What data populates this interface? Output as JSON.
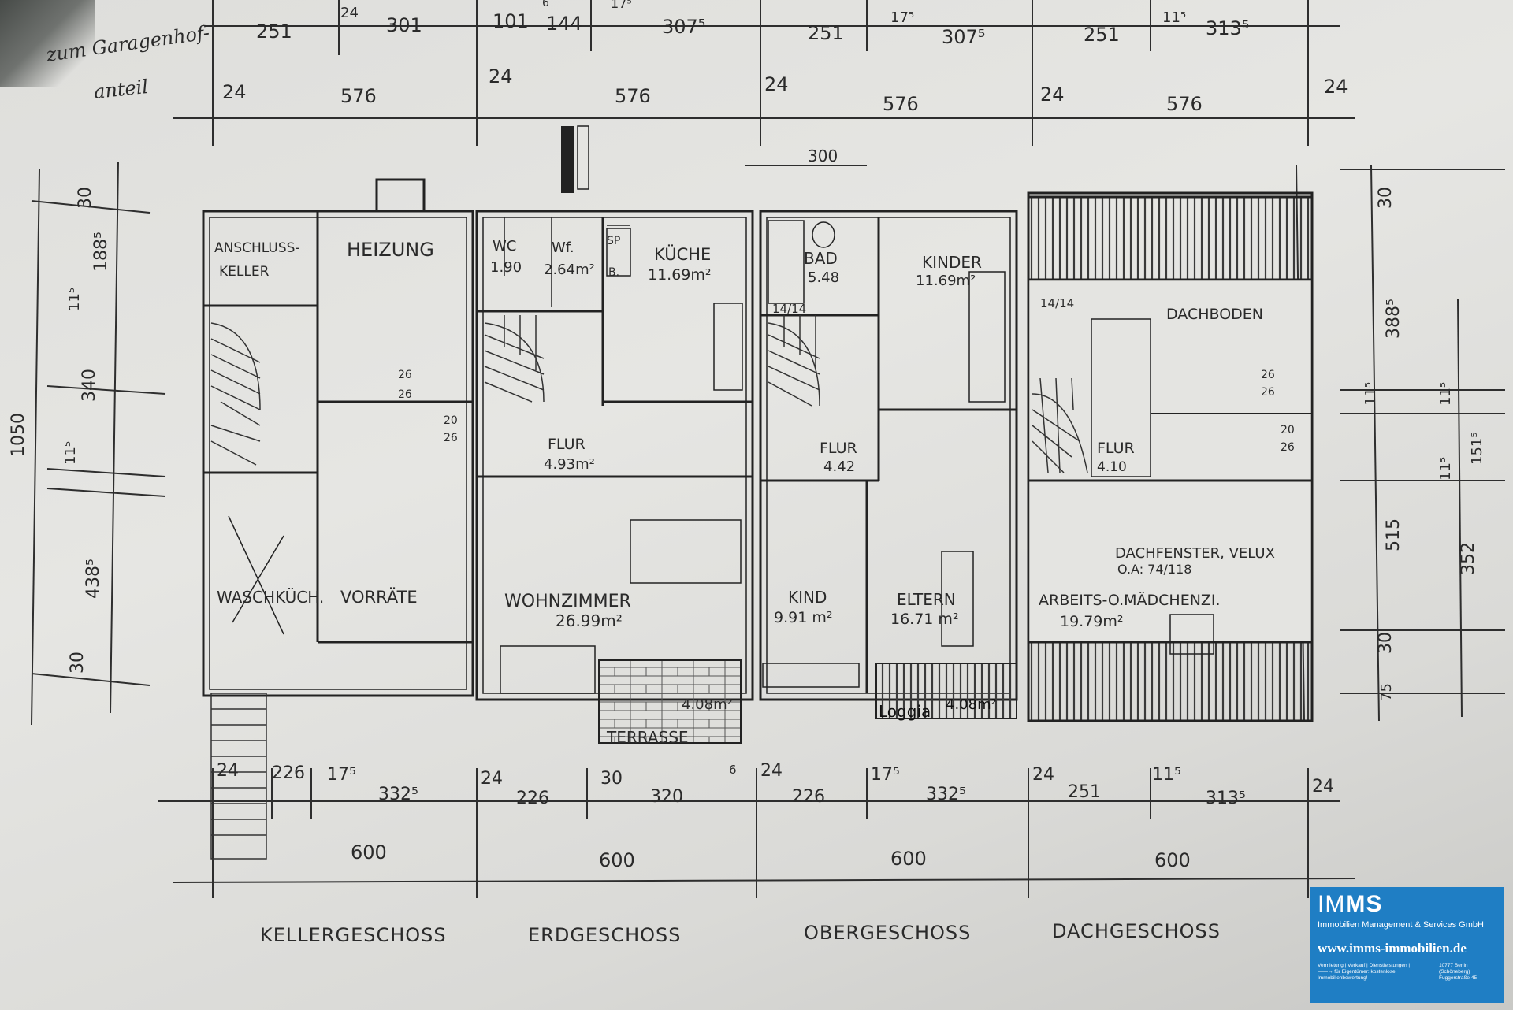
{
  "note": [
    "zum Garagenhof-",
    "anteil"
  ],
  "top_dims": {
    "row1": [
      "251",
      "24",
      "301",
      "101",
      "6",
      "144",
      "17⁵",
      "307⁵",
      "251",
      "17⁵",
      "307⁵",
      "251",
      "11⁵",
      "313⁵"
    ],
    "row2": [
      "24",
      "576",
      "24",
      "576",
      "24",
      "576",
      "24",
      "576",
      "24"
    ],
    "mid": "300"
  },
  "left_dims": [
    "30",
    "188⁵",
    "11⁵",
    "340",
    "1050",
    "11⁵",
    "438⁵",
    "30"
  ],
  "right_dims": [
    "30",
    "388⁵",
    "11⁵",
    "11⁵",
    "151⁵",
    "11⁵",
    "515",
    "352",
    "30",
    "75"
  ],
  "rooms": {
    "anschluss": [
      "ANSCHLUSS-",
      "KELLER"
    ],
    "heizung": "HEIZUNG",
    "waschkueche": "WASCHKÜCH.",
    "vorraete": "VORRÄTE",
    "wc": [
      "WC",
      "1.90"
    ],
    "wf": [
      "Wf.",
      "2.64m²"
    ],
    "sp": [
      "SP",
      "B."
    ],
    "kueche": [
      "KÜCHE",
      "11.69m²"
    ],
    "flur_eg": [
      "FLUR",
      "4.93m²"
    ],
    "wohnzimmer": [
      "WOHNZIMMER",
      "26.99m²"
    ],
    "terrasse": [
      "TERRASSE",
      "4.08m²"
    ],
    "bad": [
      "BAD",
      "5.48"
    ],
    "kinder": [
      "KINDER",
      "11.69m²"
    ],
    "flur_og": [
      "FLUR",
      "4.42"
    ],
    "kind": [
      "KIND",
      "9.91 m²"
    ],
    "eltern": [
      "ELTERN",
      "16.71 m²"
    ],
    "loggia": [
      "Loggia",
      "4.08m²"
    ],
    "dachboden": "DACHBODEN",
    "flur_dg": [
      "FLUR",
      "4.10"
    ],
    "dachfenster": [
      "DACHFENSTER, VELUX",
      "O.A: 74/118"
    ],
    "arbeits": [
      "ARBEITS-O.MÄDCHENZI.",
      "19.79m²"
    ],
    "vent": [
      "26",
      "26",
      "20",
      "26",
      "26",
      "26",
      "20",
      "26"
    ],
    "stair_marks": [
      "14/14",
      "14/14"
    ]
  },
  "bottom_dims": {
    "row1": [
      "24",
      "226",
      "17⁵",
      "332⁵",
      "24",
      "226",
      "30",
      "320",
      "6",
      "24",
      "226",
      "17⁵",
      "332⁵",
      "24",
      "251",
      "11⁵",
      "313⁵",
      "24"
    ],
    "row2": [
      "600",
      "600",
      "600",
      "600"
    ]
  },
  "floors": [
    "KELLERGESCHOSS",
    "ERDGESCHOSS",
    "OBERGESCHOSS",
    "DACHGESCHOSS"
  ],
  "logo": {
    "brand_a": "IM",
    "brand_b": "MS",
    "company": "Immobilien Management & Services GmbH",
    "web": "www.imms-immobilien.de",
    "tagline": "Vermietung | Verkauf | Dienstleistungen |",
    "tagline2": "——→ für Eigentümer: kostenlose Immobilienbewertung!",
    "address1": "10777 Berlin (Schöneberg)",
    "address2": "Fuggerstraße 45"
  },
  "colors": {
    "ink": "#2a2a2a",
    "paper": "#e2e2df",
    "logo_blue": "#1f7ec4"
  }
}
